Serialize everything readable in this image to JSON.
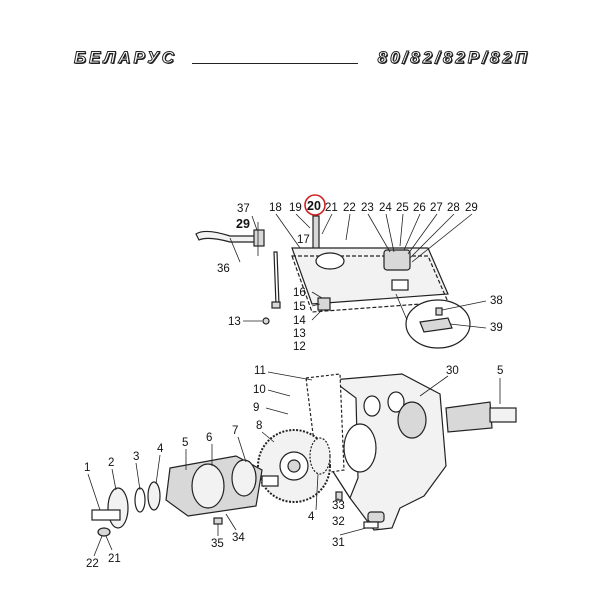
{
  "header": {
    "left_text": "БЕЛАРУС",
    "right_text": "80/82/82Р/82П"
  },
  "highlight_color": "#cc2222",
  "callouts": {
    "top": [
      "37",
      "29",
      "36",
      "18",
      "19",
      "20",
      "21",
      "22",
      "23",
      "24",
      "25",
      "26",
      "27",
      "28",
      "29",
      "17",
      "16",
      "15",
      "14",
      "13",
      "12",
      "13",
      "38",
      "39"
    ],
    "main": [
      "11",
      "30",
      "5",
      "10",
      "9",
      "8",
      "7",
      "6",
      "5",
      "4",
      "3",
      "2",
      "1",
      "22",
      "21",
      "35",
      "34",
      "33",
      "32",
      "31",
      "4"
    ]
  }
}
